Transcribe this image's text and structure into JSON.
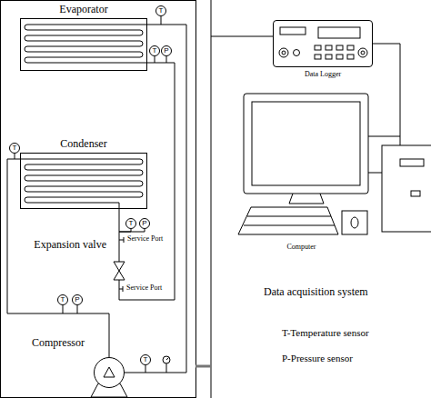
{
  "diagram": {
    "nodes": [
      {
        "text": [
          "Evaporator"
        ]
      },
      {
        "text": [
          "Data Logger"
        ]
      },
      {
        "text": [
          "Condenser"
        ]
      },
      {
        "text": [
          "Computer"
        ]
      },
      {
        "text": [
          "Expansion valve"
        ]
      },
      {
        "text": [
          "Compressor"
        ]
      }
    ],
    "edges": [
      {
        "from": 5,
        "to": 2,
        "arrow": "none"
      },
      {
        "from": 2,
        "to": 4,
        "arrow": "none"
      },
      {
        "from": 4,
        "to": 0,
        "arrow": "none"
      },
      {
        "from": 0,
        "to": 5,
        "arrow": "none"
      },
      {
        "from": 1,
        "to": 3,
        "arrow": "none"
      }
    ],
    "labels": [
      "T",
      "T",
      "P",
      "T",
      "T",
      "P",
      "Service Port",
      "Service Port",
      "T",
      "P",
      "T",
      "Data acquisition system",
      "T-Temperature sensor",
      "P-Pressure sensor"
    ]
  }
}
